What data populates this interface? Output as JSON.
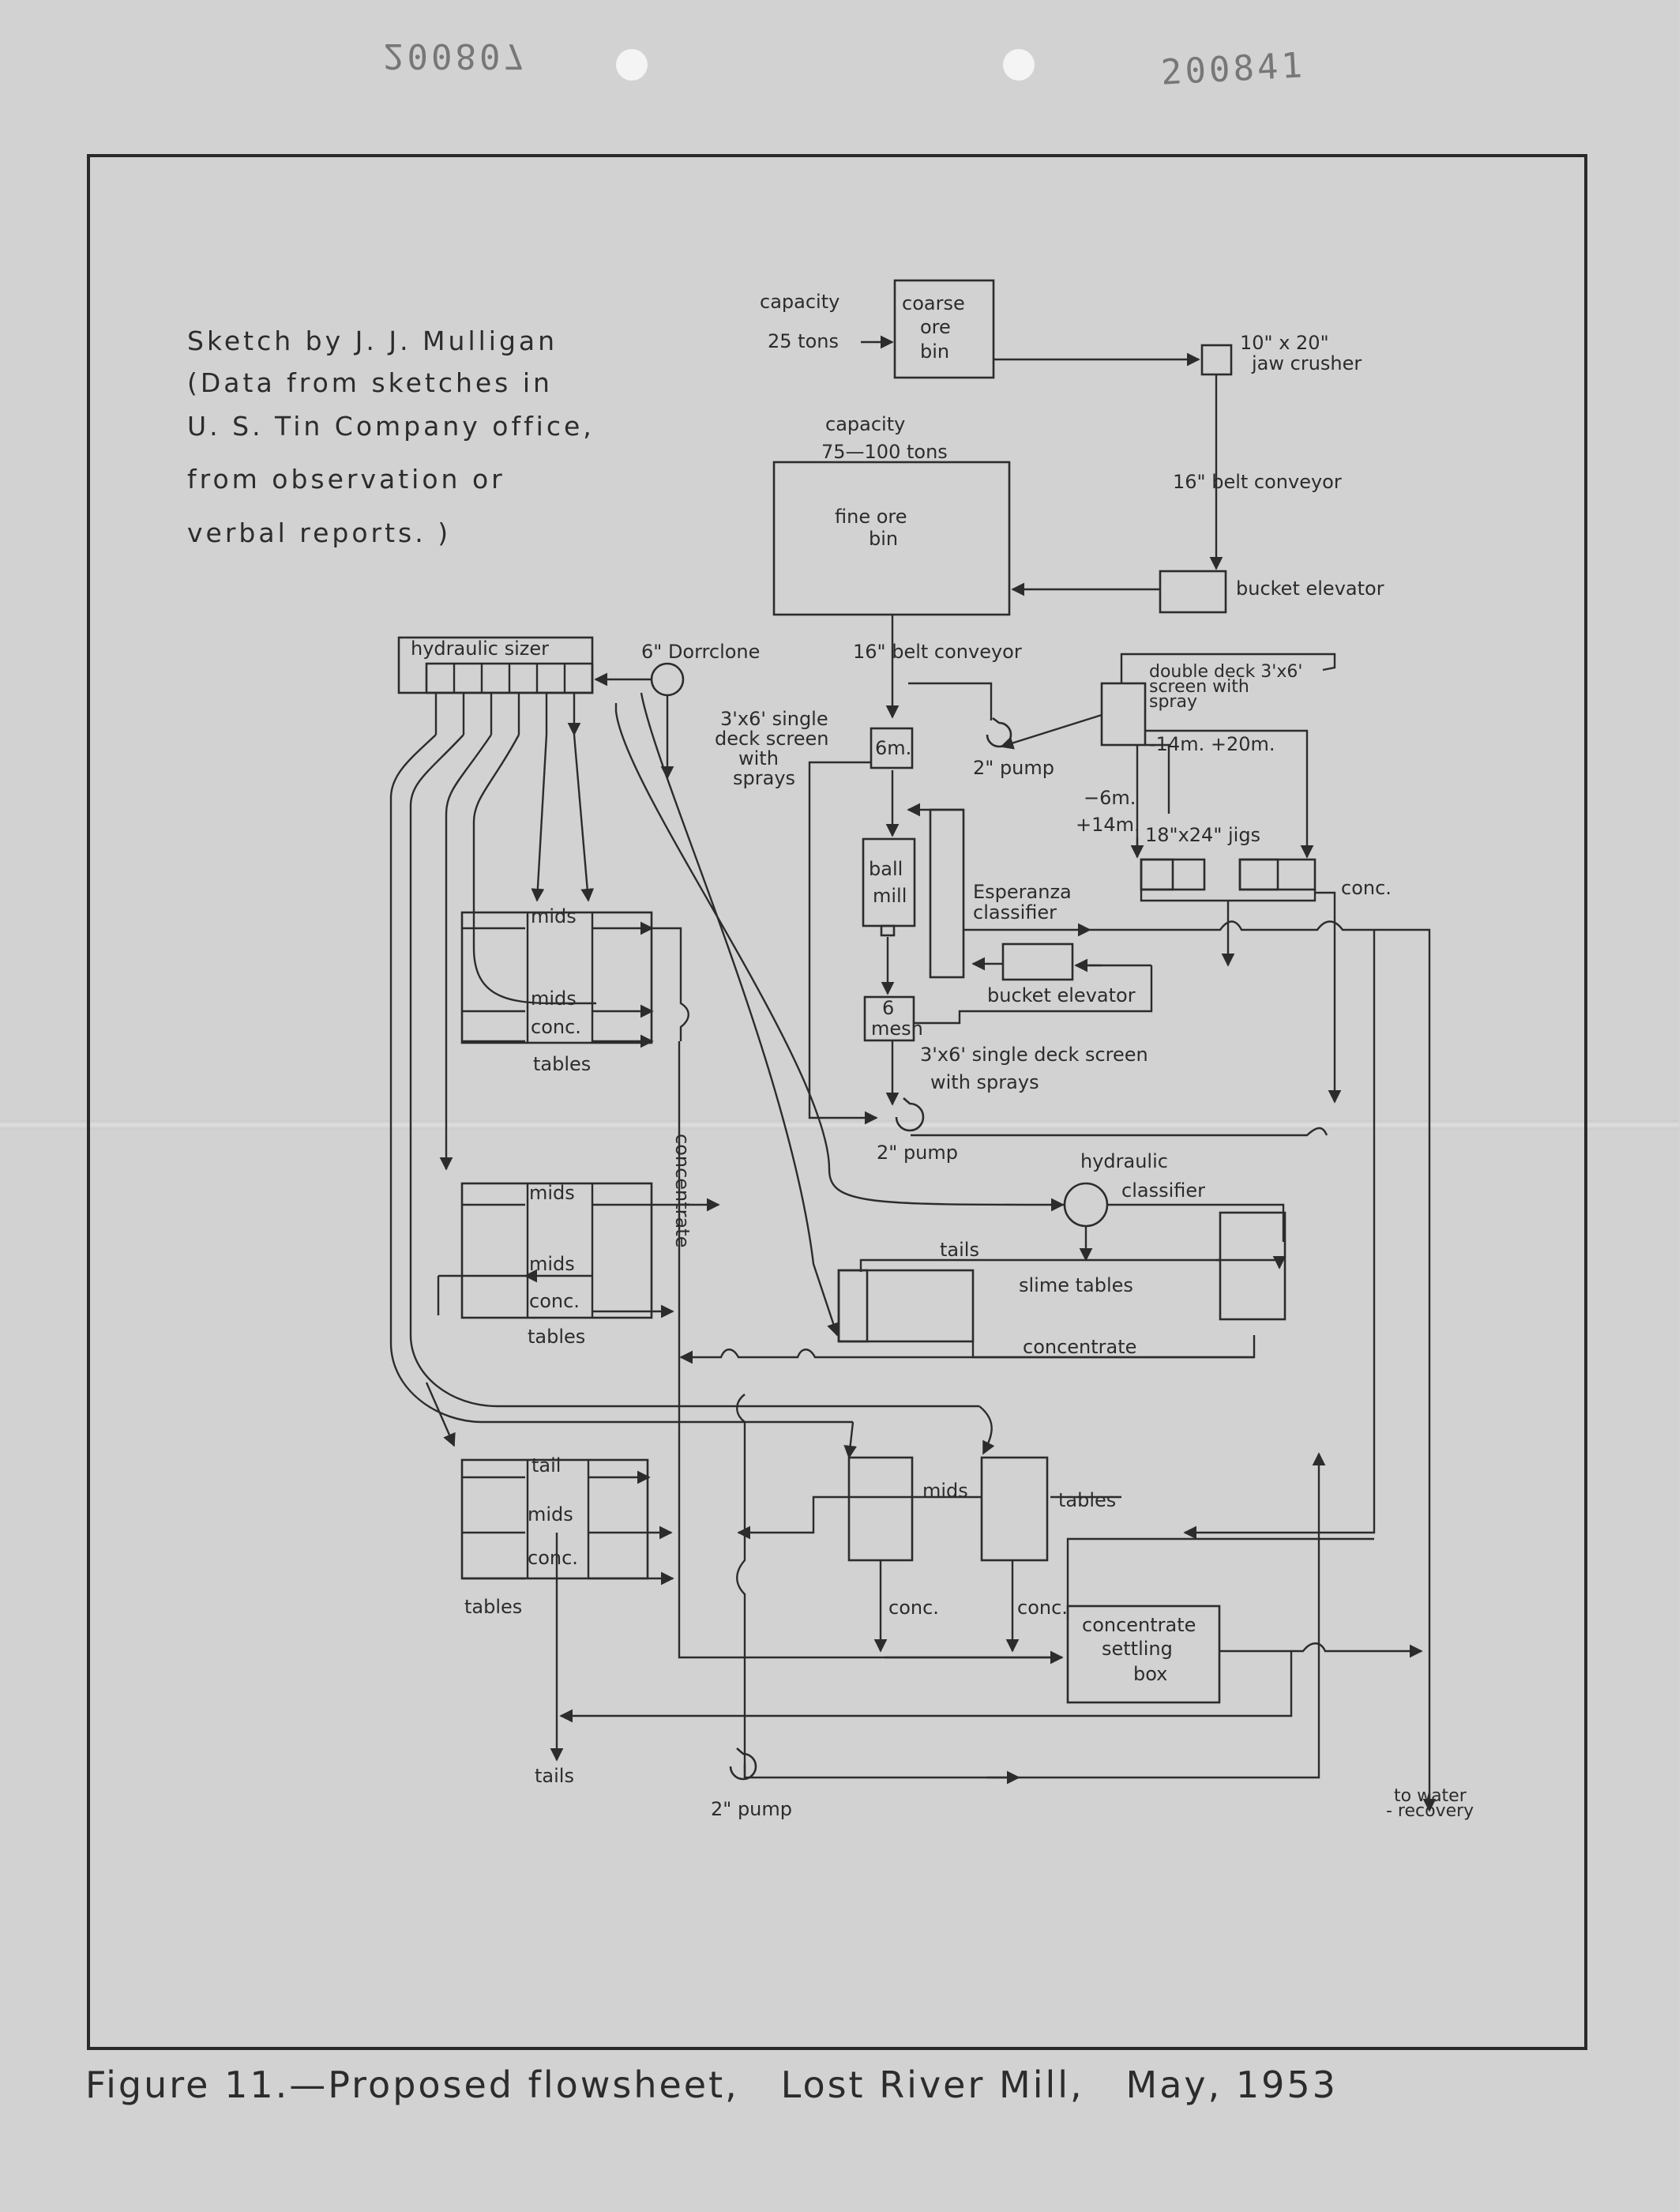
{
  "stamps": {
    "left": "200807",
    "right": "200841"
  },
  "note": [
    "Sketch by J. J. Mulligan",
    "(Data from sketches in",
    "U. S. Tin Company office,",
    "from observation or",
    "verbal reports. )"
  ],
  "caption": "Figure 11.—Proposed flowsheet,   Lost River Mill,   May, 1953",
  "labels": {
    "capacity_top": "capacity",
    "tons25": "25 tons",
    "coarse": "coarse",
    "ore": "ore",
    "bin": "bin",
    "jaw_size": "10\" x 20\"",
    "jaw_name": "jaw crusher",
    "capacity_fine": "capacity",
    "tons75": "75—100 tons",
    "fine_ore": "fine ore",
    "fine_bin": "bin",
    "belt1": "16\" belt conveyor",
    "bucket1": "bucket elevator",
    "hydraulic_sizer": "hydraulic sizer",
    "dorrclone": "6\" Dorrclone",
    "belt2": "16\" belt conveyor",
    "dd_1": "double deck 3'x6'",
    "dd_2": "screen with",
    "dd_3": "spray",
    "sd_1": "3'x6' single",
    "sd_2": "deck screen",
    "sd_3": "with",
    "sd_4": "sprays",
    "six_m": "6m.",
    "pump_top": "2\" pump",
    "m14_p20": "-14m. +20m.",
    "m6": "−6m.",
    "p14": "+14m.",
    "jigs": "18\"x24\" jigs",
    "conc_jigs": "conc.",
    "ball": "ball",
    "mill": "mill",
    "esperanza_1": "Esperanza",
    "esperanza_2": "classifier",
    "bucket2": "bucket elevator",
    "six_mesh_1": "6",
    "six_mesh_2": "mesh",
    "sd2_1": "3'x6' single deck screen",
    "sd2_2": "with sprays",
    "pump_mid": "2\" pump",
    "hc_1": "hydraulic",
    "hc_2": "classifier",
    "t1_mids_a": "mids",
    "t1_mids_b": "mids",
    "t1_conc": "conc.",
    "t1_tables": "tables",
    "concentrate_vert": "concentrate",
    "t2_mids_a": "mids",
    "t2_mids_b": "mids",
    "t2_conc": "conc.",
    "t2_tables": "tables",
    "tails_slime": "tails",
    "slime_tables": "slime tables",
    "concentrate_h": "concentrate",
    "t3_tail": "tail",
    "t3_mids": "mids",
    "t3_conc": "conc.",
    "t3_tables": "tables",
    "mids_lower": "mids",
    "tables_lower": "tables",
    "conc_a": "conc.",
    "conc_b": "conc.",
    "csb_1": "concentrate",
    "csb_2": "settling",
    "csb_3": "box",
    "tails_out": "tails",
    "pump_bottom": "2\" pump",
    "water_1": "to water",
    "water_2": "- recovery"
  }
}
